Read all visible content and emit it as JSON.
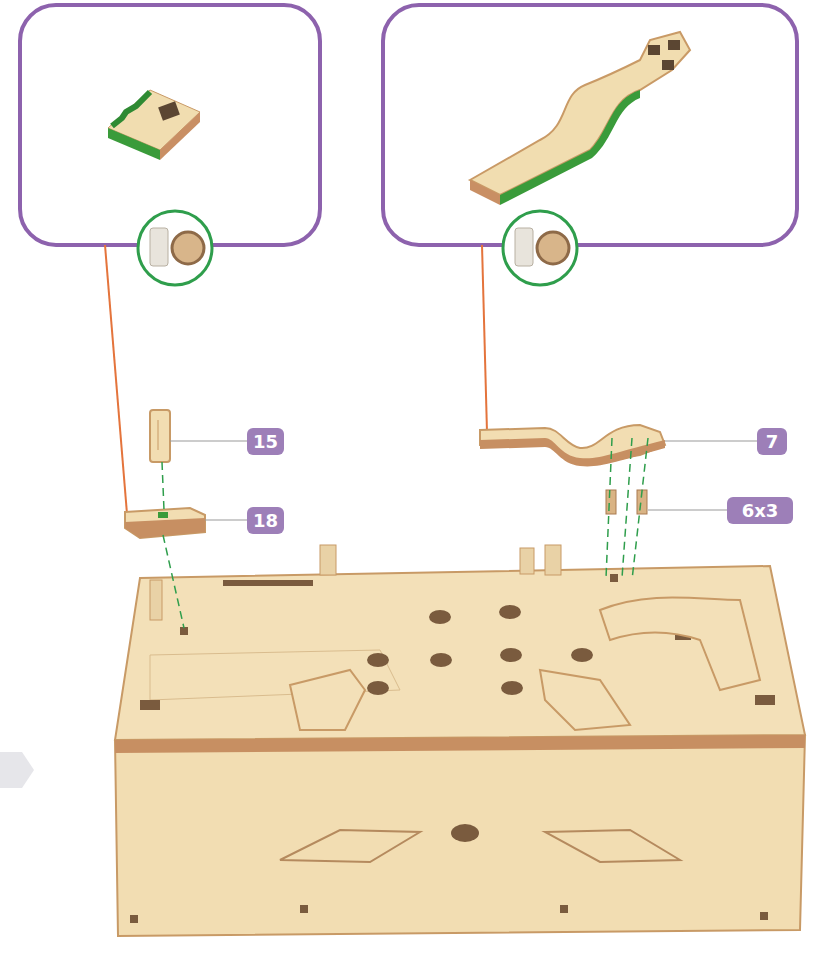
{
  "diagram": {
    "labels": [
      "15",
      "18",
      "7",
      "6x3"
    ]
  }
}
